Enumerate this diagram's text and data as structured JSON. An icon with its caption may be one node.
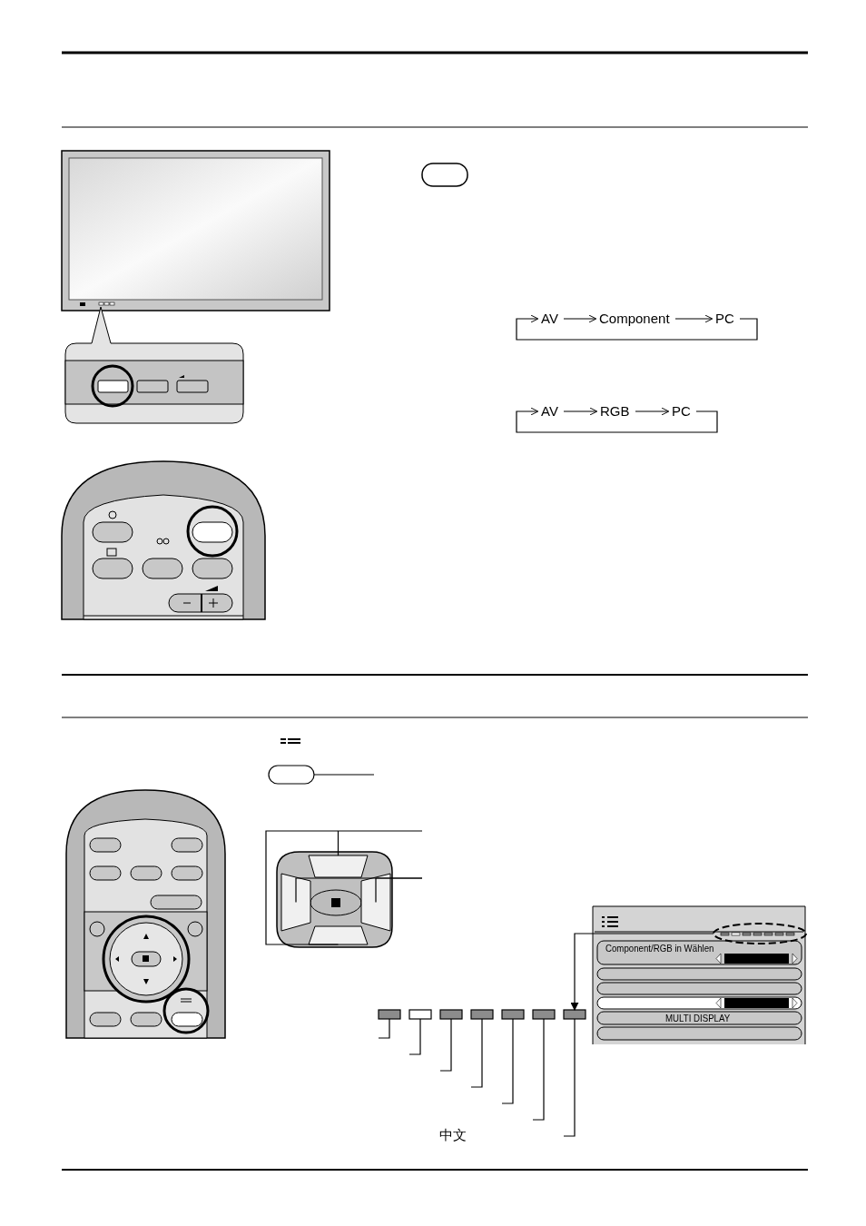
{
  "diagram": {
    "nodes": [
      {
        "text": [
          "AV"
        ]
      },
      {
        "text": [
          "Component"
        ]
      },
      {
        "text": [
          "PC"
        ]
      },
      {
        "text": [
          "AV"
        ]
      },
      {
        "text": [
          "RGB"
        ]
      },
      {
        "text": [
          "PC"
        ]
      },
      {
        "text": [],
        "shape": "button"
      },
      {
        "text": [],
        "shape": "button"
      },
      {
        "text": [],
        "shape": "button"
      },
      {
        "text": [],
        "shape": "button"
      },
      {
        "text": [],
        "shape": "button"
      },
      {
        "text": [],
        "shape": "box"
      },
      {
        "text": [],
        "shape": "box"
      },
      {
        "text": [],
        "shape": "box"
      },
      {
        "text": [],
        "shape": "box"
      },
      {
        "text": [],
        "shape": "box"
      },
      {
        "text": [],
        "shape": "box"
      },
      {
        "text": [],
        "shape": "box"
      },
      {
        "text": [],
        "shape": "ellipse"
      }
    ],
    "edges": [
      {
        "from": 0,
        "to": 1,
        "arrow": "to"
      },
      {
        "from": 1,
        "to": 2,
        "arrow": "to"
      },
      {
        "from": 2,
        "to": 0,
        "arrow": "to"
      },
      {
        "from": 3,
        "to": 4,
        "arrow": "to"
      },
      {
        "from": 4,
        "to": 5,
        "arrow": "to"
      },
      {
        "from": 5,
        "to": 3,
        "arrow": "to"
      },
      {
        "from": 6,
        "to": null,
        "arrow": "none"
      },
      {
        "from": 9,
        "to": null,
        "arrow": "none"
      },
      {
        "from": 7,
        "to": null,
        "arrow": "none"
      },
      {
        "from": 8,
        "to": null,
        "arrow": "none"
      },
      {
        "from": 10,
        "to": null,
        "arrow": "none"
      },
      {
        "from": 11,
        "to": null,
        "arrow": "none"
      },
      {
        "from": 12,
        "to": null,
        "arrow": "none"
      },
      {
        "from": 13,
        "to": null,
        "arrow": "none"
      },
      {
        "from": 14,
        "to": null,
        "arrow": "none"
      },
      {
        "from": 15,
        "to": null,
        "arrow": "none"
      },
      {
        "from": 16,
        "to": null,
        "arrow": "none"
      },
      {
        "from": 17,
        "to": null,
        "arrow": "none"
      },
      {
        "from": 18,
        "to": 17,
        "arrow": "to"
      }
    ],
    "labels": [
      "Component/RGB in Wählen",
      "MULTI DISPLAY",
      "中文"
    ]
  }
}
